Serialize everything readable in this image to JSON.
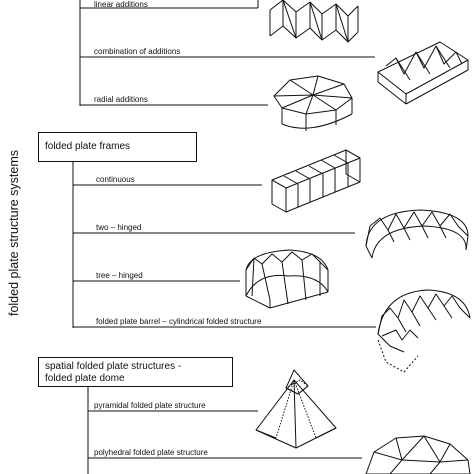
{
  "side_title": "folded plate structure systems",
  "sections": {
    "frames": "folded plate frames",
    "spatial_line1": "spatial folded plate structures -",
    "spatial_line2": "folded plate dome"
  },
  "labels": {
    "linear": "linear additions",
    "combination": "combination of additions",
    "radial": "radial additions",
    "continuous": "continuous",
    "two_hinged": "two – hinged",
    "tree_hinged": "tree – hinged",
    "barrel": "folded plate barrel – cylindrical folded structure",
    "pyramidal": "pyramidal folded plate structure",
    "polyhedral": "polyhedral folded plate structure"
  }
}
